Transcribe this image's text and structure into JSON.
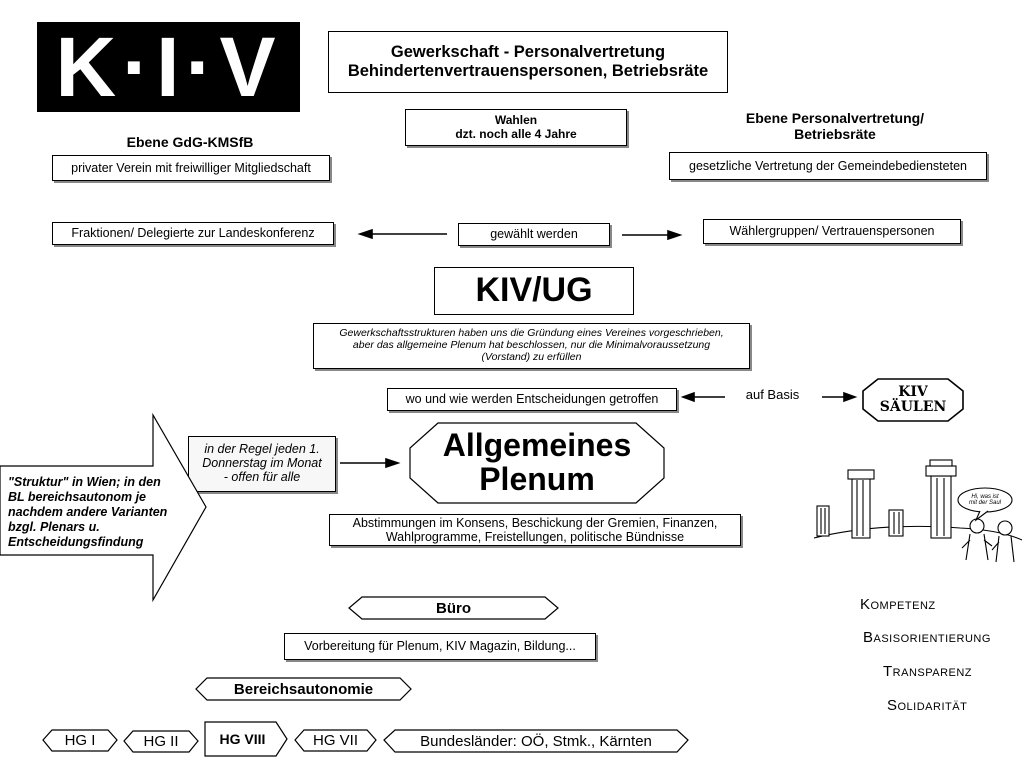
{
  "logo": {
    "text": "K·I·V"
  },
  "header": {
    "line1": "Gewerkschaft - Personalvertretung",
    "line2": "Behindertenvertrauenspersonen, Betriebsräte"
  },
  "wahlen": {
    "line1": "Wahlen",
    "line2": "dzt. noch alle 4 Jahre"
  },
  "left_level": {
    "title": "Ebene GdG-KMSfB",
    "desc": "privater Verein mit freiwilliger Mitgliedschaft",
    "elected": "Fraktionen/ Delegierte zur Landeskonferenz"
  },
  "right_level": {
    "title_line1": "Ebene Personalvertretung/",
    "title_line2": "Betriebsräte",
    "desc": "gesetzliche Vertretung der Gemeindebediensteten",
    "elected": "Wählergruppen/ Vertrauenspersonen"
  },
  "gewaehlt": "gewählt werden",
  "kivug": "KIV/UG",
  "structure_note": {
    "line1": "Gewerkschaftsstrukturen haben uns die Gründung eines Vereines vorgeschrieben,",
    "line2": "aber das allgemeine Plenum hat beschlossen, nur die Minimalvoraussetzung",
    "line3": "(Vorstand) zu erfüllen"
  },
  "decisions": "wo und wie werden Entscheidungen getroffen",
  "auf_basis": "auf Basis",
  "saeulen": {
    "line1": "KIV",
    "line2": "SÄULEN"
  },
  "speech": {
    "line1": "Hi, was ist",
    "line2": "mit der Saul"
  },
  "regel": {
    "line1": "in der Regel jeden 1.",
    "line2": "Donnerstag im Monat",
    "line3": "- offen für alle"
  },
  "plenum": {
    "line1": "Allgemeines",
    "line2": "Plenum"
  },
  "abstimmungen": {
    "line1": "Abstimmungen im Konsens, Beschickung der Gremien, Finanzen,",
    "line2": "Wahlprogramme, Freistellungen, politische Bündnisse"
  },
  "struktur_arrow": {
    "line1": "\"Struktur\" in Wien; in den",
    "line2": "BL bereichsautonom je",
    "line3": "nachdem andere Varianten",
    "line4": "bzgl. Plenars u.",
    "line5": "Entscheidungsfindung"
  },
  "buero": "Büro",
  "buero_desc": "Vorbereitung für Plenum, KIV Magazin, Bildung...",
  "bereichsautonomie": "Bereichsautonomie",
  "tags": [
    "HG I",
    "HG II",
    "HG VIII",
    "HG VII",
    "Bundesländer: OÖ, Stmk., Kärnten"
  ],
  "values": [
    "Kompetenz",
    "Basisorientierung",
    "Transparenz",
    "Solidarität"
  ]
}
